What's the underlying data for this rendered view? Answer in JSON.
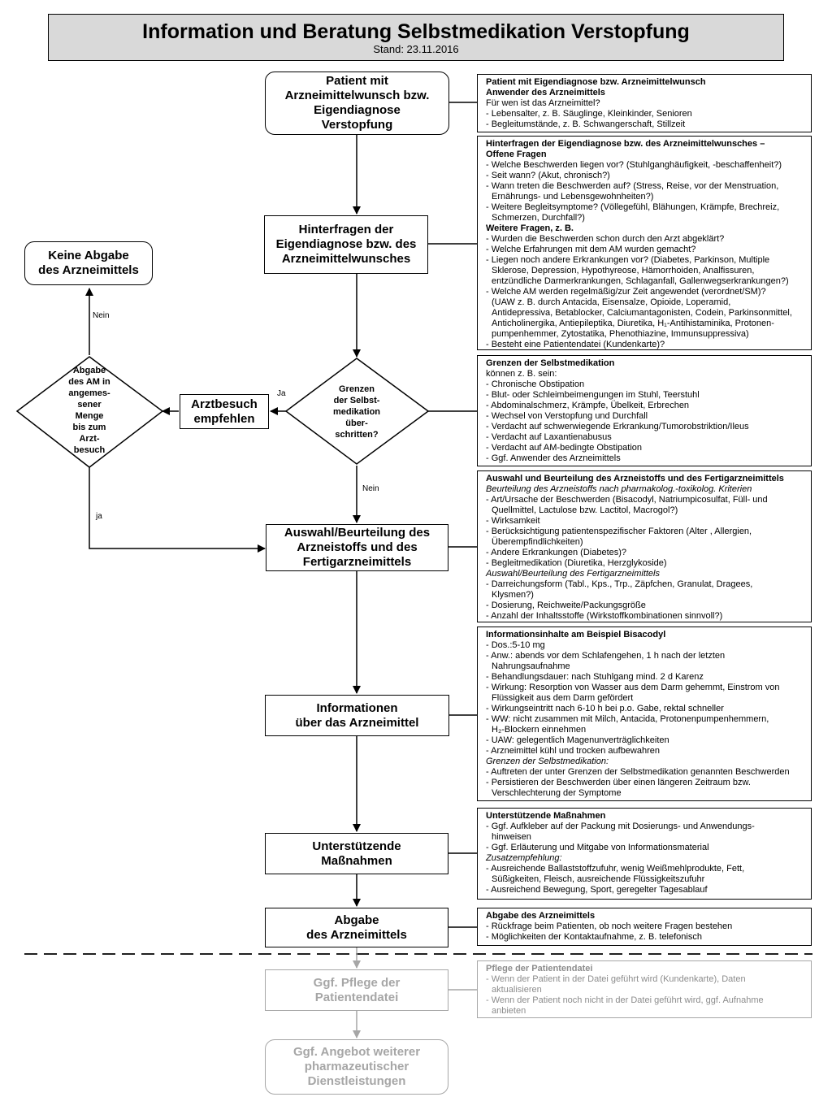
{
  "title": "Information und Beratung Selbstmedikation Verstopfung",
  "subtitle": "Stand: 23.11.2016",
  "colors": {
    "line": "#000000",
    "faded": "#a6a6a6",
    "title_bg": "#d9d9d9"
  },
  "boxes": {
    "patient": [
      "Patient mit",
      "Arzneimittelwunsch bzw.",
      "Eigendiagnose",
      "Verstopfung"
    ],
    "hinterfragen": [
      "Hinterfragen der",
      "Eigendiagnose bzw. des",
      "Arzneimittelwunsches"
    ],
    "keine_abgabe": [
      "Keine Abgabe",
      "des Arzneimittels"
    ],
    "arztbesuch": [
      "Arztbesuch",
      "empfehlen"
    ],
    "auswahl": [
      "Auswahl/Beurteilung des",
      "Arzneistoffs und des",
      "Fertigarzneimittels"
    ],
    "informationen": [
      "Informationen",
      "über das Arzneimittel"
    ],
    "unterstuetzende": [
      "Unterstützende",
      "Maßnahmen"
    ],
    "abgabe": [
      "Abgabe",
      "des Arzneimittels"
    ],
    "pflege": [
      "Ggf. Pflege der",
      "Patientendatei"
    ],
    "angebot": [
      "Ggf. Angebot weiterer",
      "pharmazeutischer",
      "Dienstleistungen"
    ]
  },
  "diamonds": {
    "grenzen": [
      "Grenzen",
      "der Selbst-",
      "medikation",
      "über-",
      "schritten?"
    ],
    "abgabe_am": [
      "Abgabe",
      "des AM in",
      "angemes-",
      "sener",
      "Menge",
      "bis zum",
      "Arzt-",
      "besuch"
    ]
  },
  "edge_labels": {
    "nein_top": "Nein",
    "ja_right": "Ja",
    "nein_bottom": "Nein",
    "ja_left": "ja"
  },
  "info_boxes": {
    "patient": [
      {
        "s": "h",
        "t": "Patient mit Eigendiagnose bzw. Arzneimittelwunsch"
      },
      {
        "s": "h",
        "t": "Anwender des Arzneimittels"
      },
      {
        "s": "d",
        "t": "Für wen ist das Arzneimittel?"
      },
      {
        "s": "d",
        "t": "- Lebensalter, z. B. Säuglinge, Kleinkinder, Senioren"
      },
      {
        "s": "d",
        "t": "- Begleitumstände, z. B. Schwangerschaft, Stillzeit"
      }
    ],
    "hinterfragen": [
      {
        "s": "h",
        "t": "Hinterfragen der Eigendiagnose bzw. des Arzneimittelwunsches –"
      },
      {
        "s": "h",
        "t": "Offene Fragen"
      },
      {
        "s": "d",
        "t": "- Welche Beschwerden liegen vor? (Stuhlganghäufigkeit, -beschaffenheit?)"
      },
      {
        "s": "d",
        "t": "- Seit wann? (Akut, chronisch?)"
      },
      {
        "s": "d",
        "t": "- Wann treten die Beschwerden auf? (Stress, Reise, vor der Menstruation,"
      },
      {
        "s": "ind",
        "t": "Ernährungs- und Lebensgewohnheiten?)"
      },
      {
        "s": "d",
        "t": "- Weitere Begleitsymptome? (Völlegefühl, Blähungen, Krämpfe, Brechreiz,"
      },
      {
        "s": "ind",
        "t": "Schmerzen, Durchfall?)"
      },
      {
        "s": "h",
        "t": "Weitere Fragen, z. B."
      },
      {
        "s": "d",
        "t": "- Wurden die Beschwerden schon durch den Arzt abgeklärt?"
      },
      {
        "s": "d",
        "t": "- Welche Erfahrungen mit dem AM wurden gemacht?"
      },
      {
        "s": "d",
        "t": "- Liegen noch andere Erkrankungen vor? (Diabetes, Parkinson, Multiple"
      },
      {
        "s": "ind",
        "t": "Sklerose, Depression, Hypothyreose, Hämorrhoiden, Analfissuren,"
      },
      {
        "s": "ind",
        "t": "entzündliche Darmerkrankungen, Schlaganfall, Gallenwegserkrankungen?)"
      },
      {
        "s": "d",
        "t": "- Welche AM werden regelmäßig/zur Zeit angewendet (verordnet/SM)?"
      },
      {
        "s": "ind",
        "t": "(UAW z. B. durch Antacida, Eisensalze, Opioide, Loperamid,"
      },
      {
        "s": "ind",
        "t": "Antidepressiva, Betablocker, Calciumantagonisten, Codein, Parkinsonmittel,"
      },
      {
        "s": "ind",
        "t": "Anticholinergika, Antiepileptika, Diuretika, H₁-Antihistaminika, Protonen-"
      },
      {
        "s": "ind",
        "t": "pumpenhemmer, Zytostatika, Phenothiazine, Immunsuppressiva)"
      },
      {
        "s": "d",
        "t": "- Besteht eine Patientendatei (Kundenkarte)?"
      }
    ],
    "grenzen": [
      {
        "s": "h",
        "t": "Grenzen der Selbstmedikation"
      },
      {
        "s": "d",
        "t": "können z. B. sein:"
      },
      {
        "s": "d",
        "t": "- Chronische Obstipation"
      },
      {
        "s": "d",
        "t": "- Blut- oder Schleimbeimengungen im Stuhl, Teerstuhl"
      },
      {
        "s": "d",
        "t": "- Abdominalschmerz, Krämpfe, Übelkeit, Erbrechen"
      },
      {
        "s": "d",
        "t": "- Wechsel von Verstopfung und Durchfall"
      },
      {
        "s": "d",
        "t": "- Verdacht auf schwerwiegende Erkrankung/Tumorobstriktion/Ileus"
      },
      {
        "s": "d",
        "t": "- Verdacht auf Laxantienabusus"
      },
      {
        "s": "d",
        "t": "- Verdacht auf AM-bedingte Obstipation"
      },
      {
        "s": "d",
        "t": "- Ggf. Anwender des Arzneimittels"
      }
    ],
    "auswahl": [
      {
        "s": "h",
        "t": "Auswahl und Beurteilung des Arzneistoffs und des Fertigarzneimittels"
      },
      {
        "s": "i",
        "t": "Beurteilung des Arzneistoffs nach pharmakolog.-toxikolog. Kriterien"
      },
      {
        "s": "d",
        "t": "- Art/Ursache der Beschwerden (Bisacodyl, Natriumpicosulfat, Füll- und"
      },
      {
        "s": "ind",
        "t": "Quellmittel, Lactulose bzw. Lactitol, Macrogol?)"
      },
      {
        "s": "d",
        "t": "- Wirksamkeit"
      },
      {
        "s": "d",
        "t": "- Berücksichtigung patientenspezifischer Faktoren (Alter , Allergien,"
      },
      {
        "s": "ind",
        "t": "Überempfindlichkeiten)"
      },
      {
        "s": "d",
        "t": "- Andere Erkrankungen (Diabetes)?"
      },
      {
        "s": "d",
        "t": "- Begleitmedikation (Diuretika, Herzglykoside)"
      },
      {
        "s": "i",
        "t": "Auswahl/Beurteilung des Fertigarzneimittels"
      },
      {
        "s": "d",
        "t": "- Darreichungsform (Tabl., Kps., Trp., Zäpfchen, Granulat, Dragees,"
      },
      {
        "s": "ind",
        "t": "Klysmen?)"
      },
      {
        "s": "d",
        "t": "- Dosierung, Reichweite/Packungsgröße"
      },
      {
        "s": "d",
        "t": "- Anzahl der Inhaltsstoffe (Wirkstoffkombinationen sinnvoll?)"
      }
    ],
    "informationen": [
      {
        "s": "h",
        "t": "Informationsinhalte am Beispiel Bisacodyl"
      },
      {
        "s": "d",
        "t": "- Dos.:5-10 mg"
      },
      {
        "s": "d",
        "t": "- Anw.: abends vor dem Schlafengehen, 1 h nach der letzten"
      },
      {
        "s": "ind",
        "t": "Nahrungsaufnahme"
      },
      {
        "s": "d",
        "t": "- Behandlungsdauer: nach Stuhlgang mind. 2 d Karenz"
      },
      {
        "s": "d",
        "t": "- Wirkung: Resorption von Wasser aus dem Darm gehemmt, Einstrom von"
      },
      {
        "s": "ind",
        "t": "Flüssigkeit aus dem Darm gefördert"
      },
      {
        "s": "d",
        "t": "- Wirkungseintritt nach 6-10 h bei p.o. Gabe, rektal schneller"
      },
      {
        "s": "d",
        "t": "- WW: nicht zusammen mit Milch, Antacida, Protonenpumpenhemmern,"
      },
      {
        "s": "ind",
        "t": "H₂-Blockern einnehmen"
      },
      {
        "s": "d",
        "t": "- UAW: gelegentlich Magenunverträglichkeiten"
      },
      {
        "s": "d",
        "t": "- Arzneimittel kühl und trocken aufbewahren"
      },
      {
        "s": "i",
        "t": "Grenzen der Selbstmedikation:"
      },
      {
        "s": "d",
        "t": "- Auftreten der unter Grenzen der Selbstmedikation genannten Beschwerden"
      },
      {
        "s": "d",
        "t": "- Persistieren der Beschwerden über einen längeren Zeitraum bzw."
      },
      {
        "s": "ind",
        "t": "Verschlechterung der Symptome"
      }
    ],
    "unterstuetzende": [
      {
        "s": "h",
        "t": "Unterstützende Maßnahmen"
      },
      {
        "s": "d",
        "t": "- Ggf. Aufkleber auf der Packung mit Dosierungs- und Anwendungs-"
      },
      {
        "s": "ind",
        "t": "hinweisen"
      },
      {
        "s": "d",
        "t": "- Ggf. Erläuterung und Mitgabe von Informationsmaterial"
      },
      {
        "s": "i",
        "t": "Zusatzempfehlung:"
      },
      {
        "s": "d",
        "t": "- Ausreichende Ballaststoffzufuhr, wenig Weißmehlprodukte, Fett,"
      },
      {
        "s": "ind",
        "t": "Süßigkeiten, Fleisch, ausreichende Flüssigkeitszufuhr"
      },
      {
        "s": "d",
        "t": "- Ausreichend Bewegung, Sport, geregelter Tagesablauf"
      }
    ],
    "abgabe": [
      {
        "s": "h",
        "t": "Abgabe des Arzneimittels"
      },
      {
        "s": "d",
        "t": "- Rückfrage beim Patienten, ob noch weitere Fragen bestehen"
      },
      {
        "s": "d",
        "t": "- Möglichkeiten der Kontaktaufnahme, z. B. telefonisch"
      }
    ],
    "pflege": [
      {
        "s": "h",
        "t": "Pflege der Patientendatei"
      },
      {
        "s": "d",
        "t": "- Wenn der Patient in der Datei geführt wird (Kundenkarte), Daten"
      },
      {
        "s": "ind",
        "t": "aktualisieren"
      },
      {
        "s": "d",
        "t": "- Wenn der Patient noch nicht in der Datei geführt wird, ggf. Aufnahme"
      },
      {
        "s": "ind",
        "t": "anbieten"
      }
    ]
  }
}
